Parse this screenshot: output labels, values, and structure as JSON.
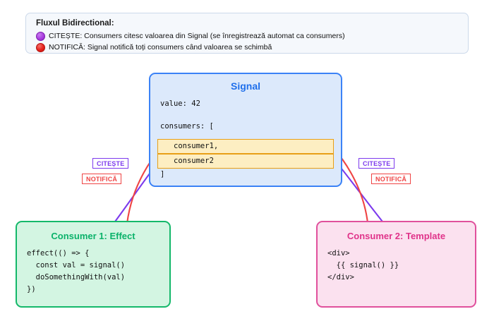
{
  "legend": {
    "title": "Fluxul Bidirectional:",
    "items": [
      {
        "dot": "purple-dot",
        "text": "CITEȘTE: Consumers citesc valoarea din Signal (se înregistrează automat ca consumers)",
        "color": "#a93ddf"
      },
      {
        "dot": "red-dot",
        "text": "NOTIFICĂ: Signal notifică toți consumers când valoarea se schimbă",
        "color": "#e5201a"
      }
    ]
  },
  "signal": {
    "title": "Signal",
    "value_line": "value: 42",
    "consumers_label": "consumers: [",
    "consumers": [
      "consumer1,",
      "consumer2"
    ],
    "close_bracket": "]",
    "border_color": "#3b82f6",
    "fill_color": "#dce9fb",
    "title_color": "#1f6feb",
    "chip_fill": "#fdeec2",
    "chip_border": "#e89f16"
  },
  "edges": {
    "read_label": "CITEȘTE",
    "notify_label": "NOTIFICĂ",
    "read_color": "#7c3aed",
    "notify_color": "#ef4444"
  },
  "consumer1": {
    "title": "Consumer 1: Effect",
    "code": "effect(() => {\n  const val = signal()\n  doSomethingWith(val)\n})",
    "border_color": "#14b86a",
    "fill_color": "#d3f5e2",
    "title_color": "#0ab26a"
  },
  "consumer2": {
    "title": "Consumer 2: Template",
    "code": "<div>\n  {{ signal() }}\n</div>",
    "border_color": "#e0509c",
    "fill_color": "#fbe1ef",
    "title_color": "#e0338a"
  }
}
